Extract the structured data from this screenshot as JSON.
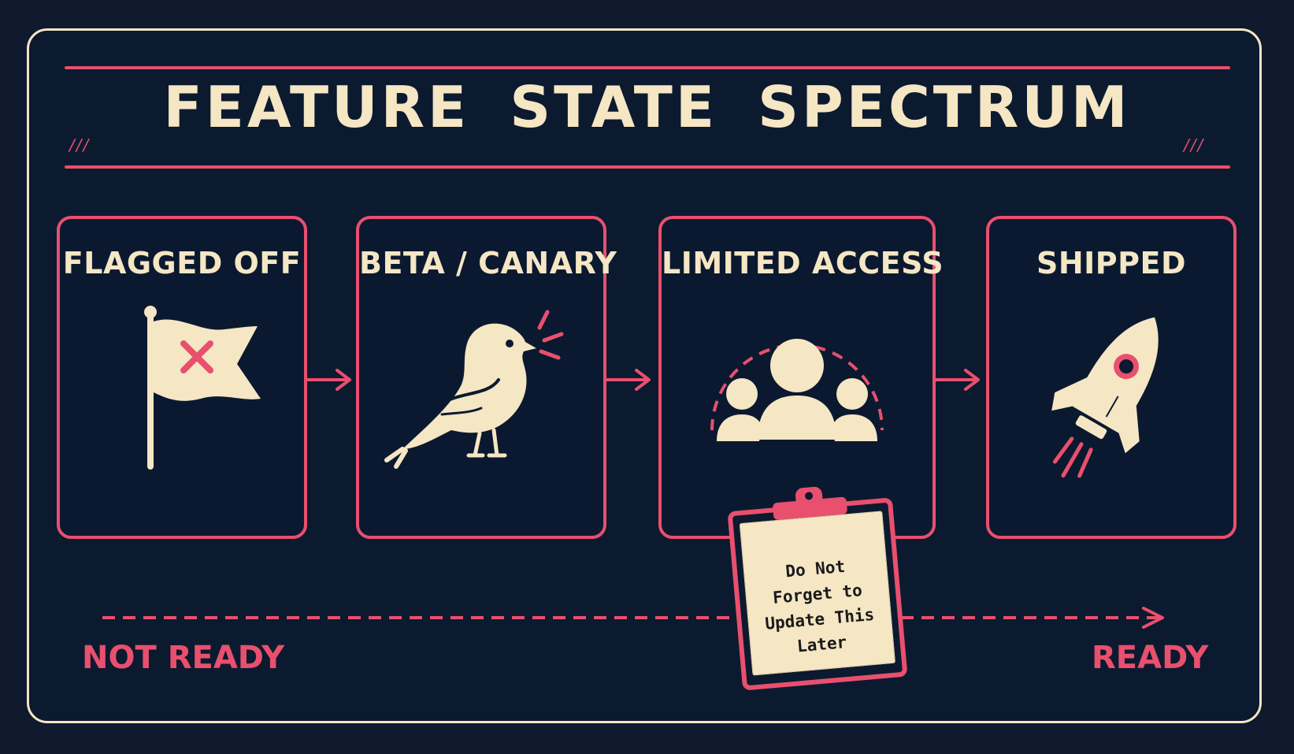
{
  "title": "FEATURE STATE SPECTRUM",
  "title_decoration": "///",
  "stages": [
    {
      "label": "FLAGGED OFF",
      "icon": "flag-off-icon"
    },
    {
      "label": "BETA / CANARY",
      "icon": "bird-icon"
    },
    {
      "label": "LIMITED ACCESS",
      "icon": "user-group-icon"
    },
    {
      "label": "SHIPPED",
      "icon": "rocket-icon"
    }
  ],
  "axis": {
    "start_label": "NOT READY",
    "end_label": "READY"
  },
  "sticky_note": {
    "text": "Do Not\nForget to\nUpdate This\nLater"
  },
  "colors": {
    "background": "#0c1a30",
    "accent": "#e8506e",
    "cream": "#f5e6c4"
  }
}
